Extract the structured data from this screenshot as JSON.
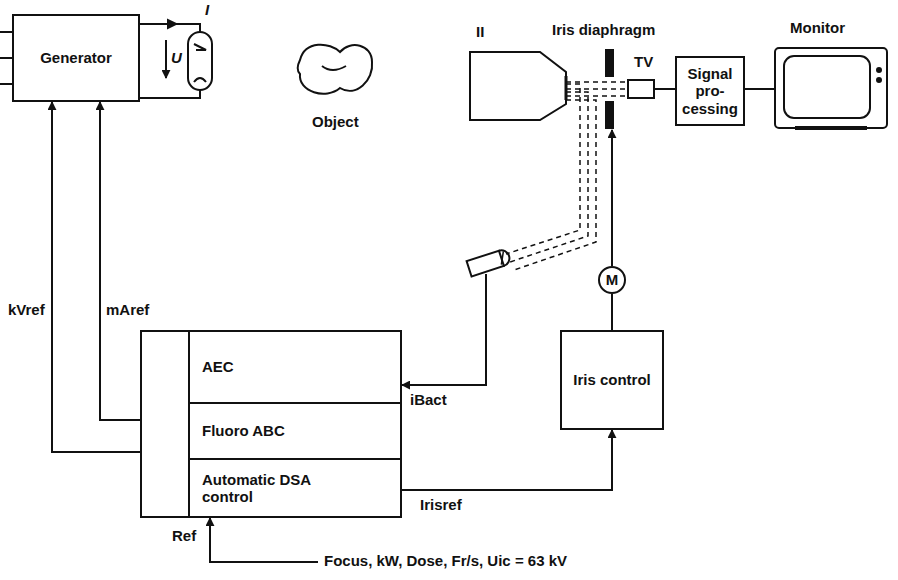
{
  "diagram": {
    "nodes": [
      {
        "text": [
          "Generator"
        ]
      },
      {
        "text": []
      },
      {
        "text": [
          "AEC"
        ],
        "in": 1
      },
      {
        "text": [
          "Fluoro ABC"
        ],
        "in": 1
      },
      {
        "text": [
          "Automatic DSA control"
        ],
        "in": 1
      },
      {
        "text": [
          "Iris control"
        ]
      },
      {
        "text": [
          "M"
        ]
      },
      {
        "text": [
          "Signal pro- cessing"
        ]
      }
    ],
    "edges": [
      {
        "from": 1,
        "to": 0,
        "arrow": "to",
        "label": "kVref"
      },
      {
        "from": 1,
        "to": 0,
        "arrow": "to",
        "label": "mAref"
      },
      {
        "from": 4,
        "to": 5,
        "arrow": "to",
        "label": "Irisref"
      },
      {
        "from": 5,
        "to": 6,
        "arrow": "none"
      }
    ],
    "labels": [
      "I",
      "U",
      "Object",
      "II",
      "Iris diaphragm",
      "TV",
      "Monitor",
      "iBact",
      "Ref",
      "Focus, kW, Dose, Fr/s, Uic = 63 kV"
    ]
  }
}
